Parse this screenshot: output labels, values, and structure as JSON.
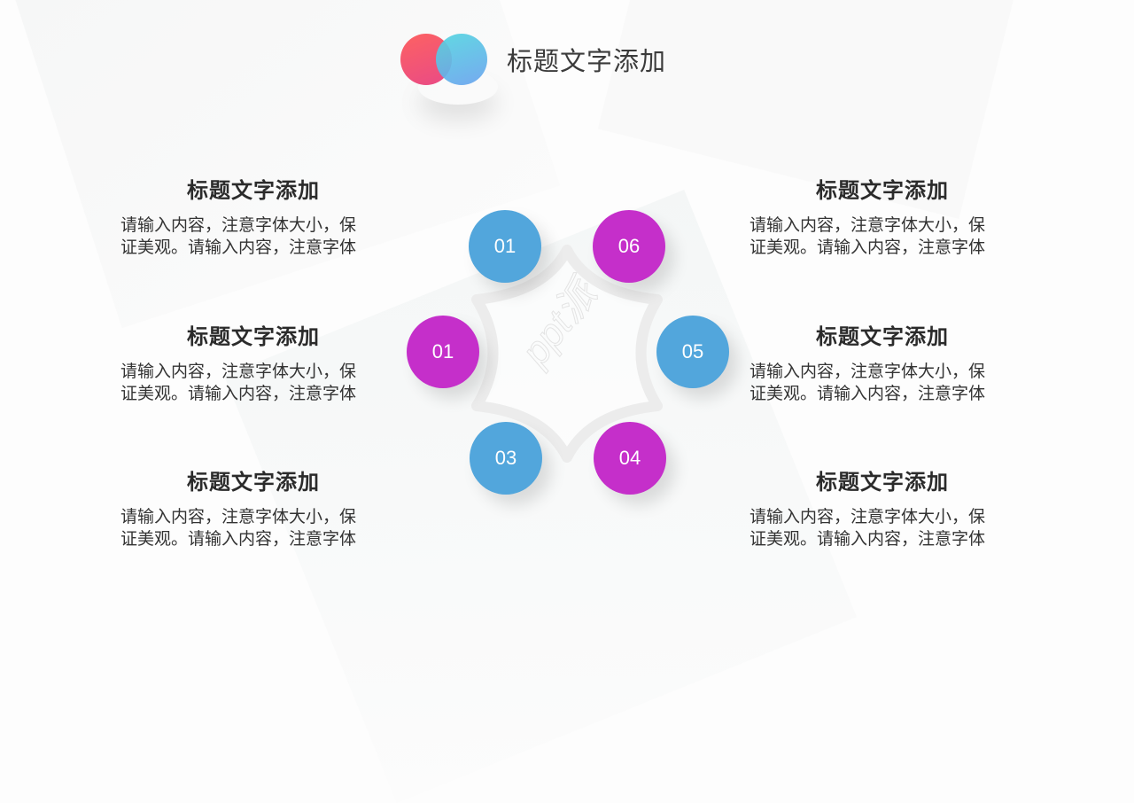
{
  "header": {
    "title": "标题文字添加",
    "logo_colors": {
      "left_circle": [
        "#fd6262",
        "#e94a86"
      ],
      "right_circle": [
        "#54d6e0",
        "#6aa2ef"
      ]
    }
  },
  "colors": {
    "blue": "#52A6DC",
    "magenta": "#C52FCA",
    "star_outline": "#EDEDED"
  },
  "left_blocks": [
    {
      "heading": "标题文字添加",
      "line1": "请输入内容，注意字体大小，保",
      "line2": "证美观。请输入内容，注意字体"
    },
    {
      "heading": "标题文字添加",
      "line1": "请输入内容，注意字体大小，保",
      "line2": "证美观。请输入内容，注意字体"
    },
    {
      "heading": "标题文字添加",
      "line1": "请输入内容，注意字体大小，保",
      "line2": "证美观。请输入内容，注意字体"
    }
  ],
  "right_blocks": [
    {
      "heading": "标题文字添加",
      "line1": "请输入内容，注意字体大小，保",
      "line2": "证美观。请输入内容，注意字体"
    },
    {
      "heading": "标题文字添加",
      "line1": "请输入内容，注意字体大小，保",
      "line2": "证美观。请输入内容，注意字体"
    },
    {
      "heading": "标题文字添加",
      "line1": "请输入内容，注意字体大小，保",
      "line2": "证美观。请输入内容，注意字体"
    }
  ],
  "circles": [
    {
      "label": "01",
      "color": "blue",
      "position": "top-left"
    },
    {
      "label": "06",
      "color": "magenta",
      "position": "top-right"
    },
    {
      "label": "01",
      "color": "magenta",
      "position": "left"
    },
    {
      "label": "05",
      "color": "blue",
      "position": "right"
    },
    {
      "label": "03",
      "color": "blue",
      "position": "bottom-left"
    },
    {
      "label": "04",
      "color": "magenta",
      "position": "bottom-right"
    }
  ],
  "watermark": "ppt派"
}
